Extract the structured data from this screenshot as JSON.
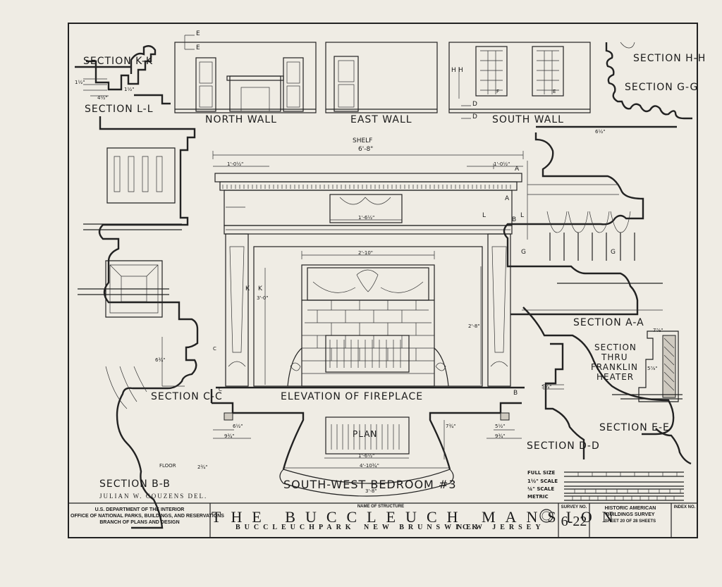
{
  "drawing": {
    "wall_labels": {
      "north": "NORTH WALL",
      "east": "EAST WALL",
      "south": "SOUTH WALL"
    },
    "sections": {
      "kk": "SECTION K-K",
      "ll": "SECTION L-L",
      "hh": "SECTION H-H",
      "gg": "SECTION G-G",
      "aa": "SECTION A-A",
      "bb": "SECTION B-B",
      "cc": "SECTION C-C",
      "dd": "SECTION D-D",
      "ee": "SECTION E-E",
      "franklin_1": "SECTION",
      "franklin_2": "THRU",
      "franklin_3": "FRANKLIN",
      "franklin_4": "HEATER"
    },
    "main_labels": {
      "elevation": "ELEVATION OF FIREPLACE",
      "plan": "PLAN",
      "room": "SOUTH-WEST BEDROOM #3",
      "shelf": "SHELF",
      "floor": "FLOOR"
    },
    "dimensions": {
      "overall_width": "6'-8\"",
      "left_return": "1'-0½\"",
      "right_return": "1'-0½\"",
      "opening_width": "2'-10\"",
      "opening_height": "3'-0\"",
      "inner_height": "2'-8\"",
      "frieze": "1'-6½\"",
      "plan_width": "4'-10¾\"",
      "plan_inner": "1'-6½\"",
      "plan_depth": "3'-8\"",
      "base_left": "6½\"",
      "base_left2": "9¾\"",
      "base_right": "5½\"",
      "base_right2": "9¾\"",
      "hearth_depth": "7¾\"",
      "sect_aa_top": "6½\"",
      "kk_a": "1½\"",
      "kk_b": "1½\"",
      "kk_c": "4½\"",
      "bb_a": "6¾\"",
      "bb_b": "2¾\"",
      "dd_a": "5¾\"",
      "heater_a": "7⅞\"",
      "heater_b": "5⅞\""
    },
    "markers": [
      "E",
      "E",
      "H",
      "H",
      "D",
      "D",
      "A",
      "A",
      "L",
      "L",
      "B",
      "B",
      "G",
      "G",
      "K",
      "K",
      "C",
      "C",
      "F",
      "E"
    ],
    "delineator": "JULIAN W. COUZENS DEL.",
    "scales": {
      "full": "FULL SIZE",
      "one_half": "1½\" SCALE",
      "quarter": "¼\" SCALE",
      "metric": "METRIC"
    }
  },
  "title_block": {
    "agency_line1": "U.S. DEPARTMENT OF THE INTERIOR",
    "agency_line2": "OFFICE OF NATIONAL PARKS, BUILDINGS, AND RESERVATIONS",
    "agency_line3": "BRANCH OF PLANS AND DESIGN",
    "name_caption": "NAME OF STRUCTURE",
    "structure_name": "THE BUCCLEUCH MANSION",
    "location_park": "BUCCLEUCH",
    "location_park2": "PARK",
    "location_city": "NEW BRUNSWICK",
    "location_state": "NEW JERSEY",
    "survey_caption": "SURVEY NO.",
    "survey_no": "6-22",
    "habs_line1": "HISTORIC AMERICAN",
    "habs_line2": "BUILDINGS SURVEY",
    "sheet_text": "SHEET 20 OF 28 SHEETS",
    "index_caption": "INDEX NO."
  }
}
